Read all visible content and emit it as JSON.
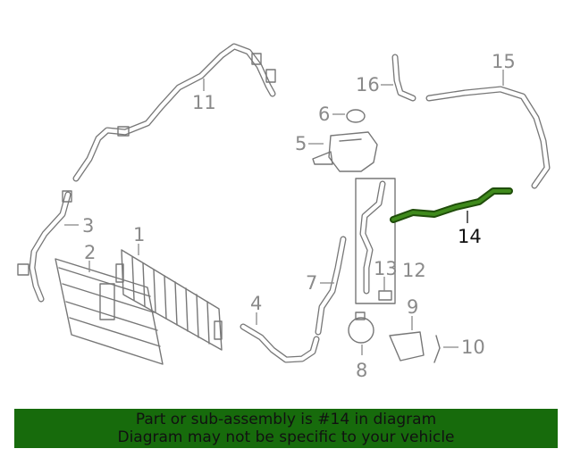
{
  "diagram": {
    "callouts": {
      "c1": "1",
      "c2": "2",
      "c3": "3",
      "c4": "4",
      "c5": "5",
      "c6": "6",
      "c7": "7",
      "c8": "8",
      "c9": "9",
      "c10": "10",
      "c11": "11",
      "c12": "12",
      "c13": "13",
      "c14": "14",
      "c15": "15",
      "c16": "16"
    },
    "highlighted_part": "14",
    "colors": {
      "highlight": "#2f6a12",
      "line": "#777777",
      "banner": "#176b0c"
    }
  },
  "banner": {
    "line1": "Part or sub-assembly is #14 in diagram",
    "line2": "Diagram may not be specific to your vehicle"
  }
}
